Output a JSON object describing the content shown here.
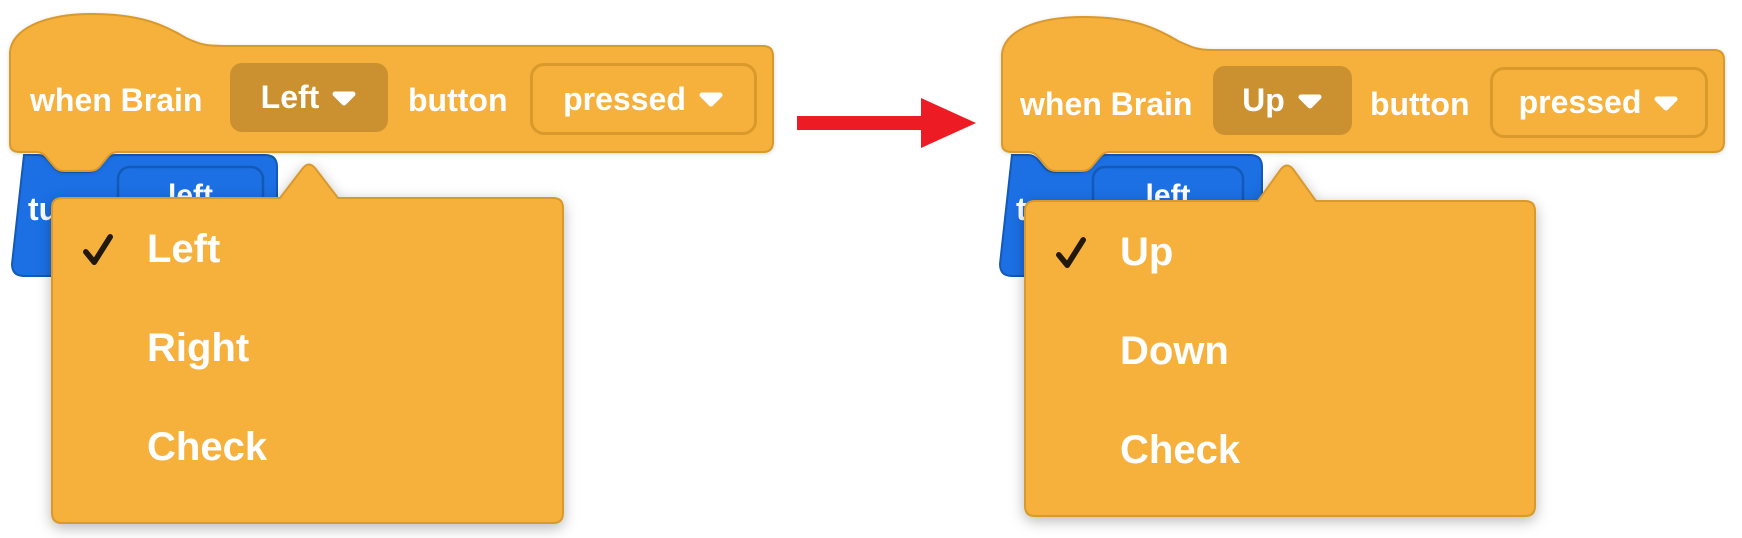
{
  "colors": {
    "block_orange": "#F6B13C",
    "block_orange_border": "#D9992B",
    "dropdown_dark_orange": "#CB9130",
    "block_blue": "#1C70E4",
    "block_blue_border": "#1259B8",
    "arrow_red": "#ED1C24",
    "menu_text": "#FFFFFF",
    "checkmark_dark": "#22190A"
  },
  "left": {
    "hat_block": {
      "prefix": "when Brain",
      "button_dropdown_value": "Left",
      "middle": "button",
      "state_dropdown_value": "pressed"
    },
    "turn_block": {
      "label": "turn",
      "direction_value": "left"
    },
    "menu": {
      "items": [
        {
          "label": "Left",
          "checked": true
        },
        {
          "label": "Right",
          "checked": false
        },
        {
          "label": "Check",
          "checked": false
        }
      ]
    }
  },
  "right": {
    "hat_block": {
      "prefix": "when Brain",
      "button_dropdown_value": "Up",
      "middle": "button",
      "state_dropdown_value": "pressed"
    },
    "turn_block": {
      "label": "turn",
      "direction_value": "left"
    },
    "menu": {
      "items": [
        {
          "label": "Up",
          "checked": true
        },
        {
          "label": "Down",
          "checked": false
        },
        {
          "label": "Check",
          "checked": false
        }
      ]
    }
  }
}
